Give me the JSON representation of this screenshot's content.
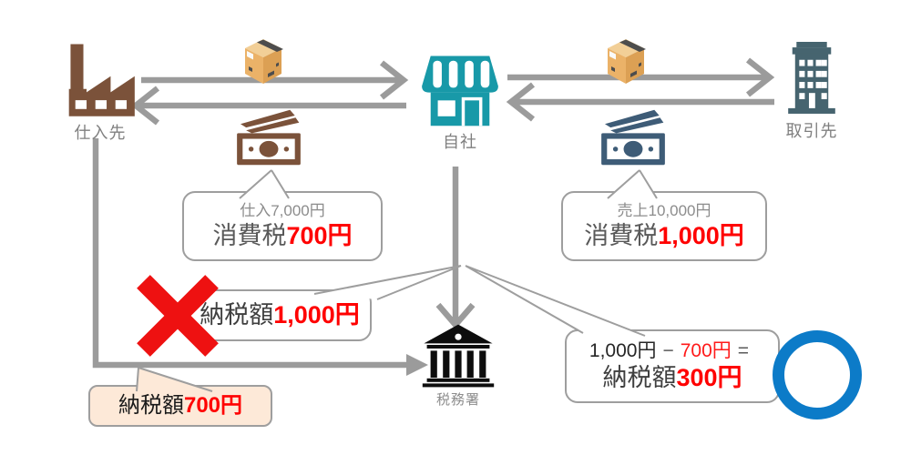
{
  "entities": {
    "supplier": {
      "label": "仕入先"
    },
    "company": {
      "label": "自社"
    },
    "client": {
      "label": "取引先"
    },
    "tax_office": {
      "label": "税務署"
    }
  },
  "callouts": {
    "purchase": {
      "amount_line": "仕入7,000円",
      "tax_label": "消費税",
      "tax_amount": "700円"
    },
    "sales": {
      "amount_line": "売上10,000円",
      "tax_label": "消費税",
      "tax_amount": "1,000円"
    },
    "wrong_payment": {
      "label": "納税額",
      "amount": "1,000円"
    },
    "correct_payment": {
      "minuend": "1,000円",
      "minus_sign": "−",
      "subtrahend": "700円",
      "equals_sign": "=",
      "label": "納税額",
      "amount": "300円"
    },
    "supplier_payment": {
      "label": "納税額",
      "amount": "700円"
    }
  },
  "marks": {
    "wrong": "cross-mark",
    "correct": "circle-mark"
  },
  "colors": {
    "arrow_gray": "#9B9B9B",
    "bubble_border_gray": "#9E9E9E",
    "factory_brown": "#7B523A",
    "store_teal": "#1899A8",
    "building_slate": "#46646F",
    "money_navy": "#3E5C77",
    "bank_black": "#0D0D0D",
    "highlight_red": "#FF0000",
    "cross_red": "#EE1111",
    "circle_blue": "#0C7BC8",
    "note_bubble_bg": "#FDE9D8",
    "package_tan": "#EBB268"
  }
}
